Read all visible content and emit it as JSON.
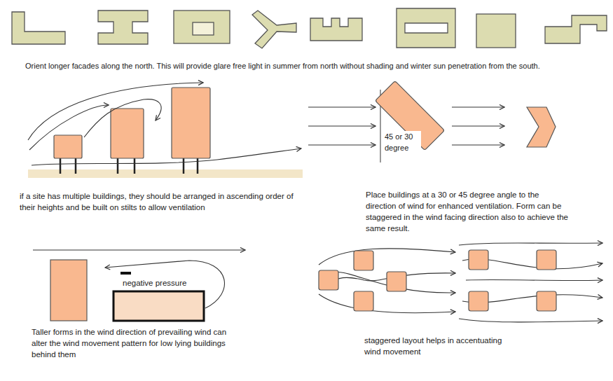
{
  "diagram": {
    "labels": [
      "Orient longer facades along the north. This will provide glare free light in summer from north without shading and winter sun penetration from the south.",
      "if a site has multiple buildings, they should be arranged in ascending order of their heights and be built on stilts to allow ventilation",
      "45 or 30 degree",
      "Place buildings at a 30 or 45 degree angle to the direction of wind for enhanced ventilation. Form can be staggered in the wind facing direction also to achieve the same result.",
      "negative pressure",
      "Taller forms in the wind direction of prevailing wind can alter the wind movement pattern for low lying buildings behind them",
      "staggered layout helps in accentuating wind movement"
    ]
  }
}
